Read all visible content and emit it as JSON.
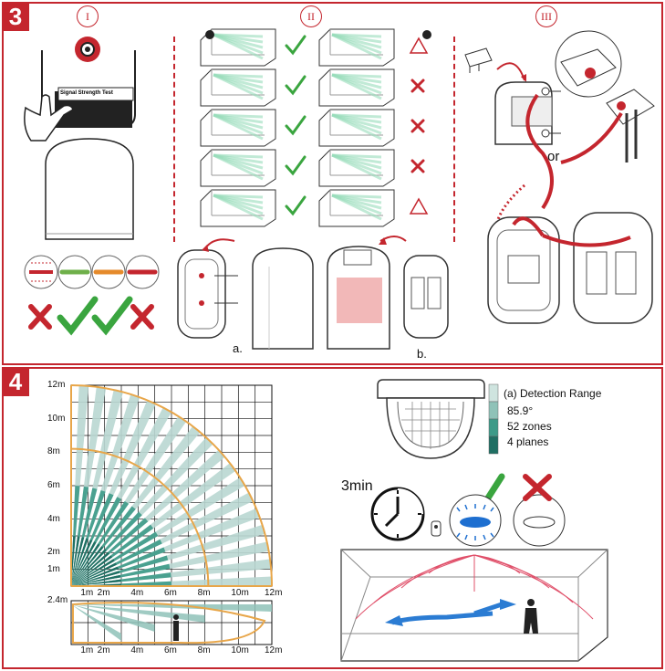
{
  "step3": {
    "number": "3",
    "sections": [
      "I",
      "II",
      "III"
    ],
    "signal_test_label": "Signal Strength Test",
    "or_label": "or",
    "label_a": "a.",
    "label_b": "b."
  },
  "step4": {
    "number": "4",
    "top_plot": {
      "y_ticks": [
        "12m",
        "10m",
        "8m",
        "6m",
        "4m",
        "2m",
        "1m"
      ],
      "x_ticks": [
        "1m",
        "2m",
        "4m",
        "6m",
        "8m",
        "10m",
        "12m"
      ]
    },
    "side_plot": {
      "y_tick": "2.4m",
      "x_ticks": [
        "1m",
        "2m",
        "4m",
        "6m",
        "8m",
        "10m",
        "12m"
      ]
    },
    "legend": {
      "title": "(a) Detection Range",
      "items": [
        "85.9°",
        "52 zones",
        "4 planes"
      ]
    },
    "time_label": "3min"
  },
  "colors": {
    "brand_red": "#c4262e",
    "teal_dark": "#1f6f63",
    "teal_light": "#b9d7d1",
    "orange": "#e8a649",
    "green_check": "#3aa53f"
  }
}
